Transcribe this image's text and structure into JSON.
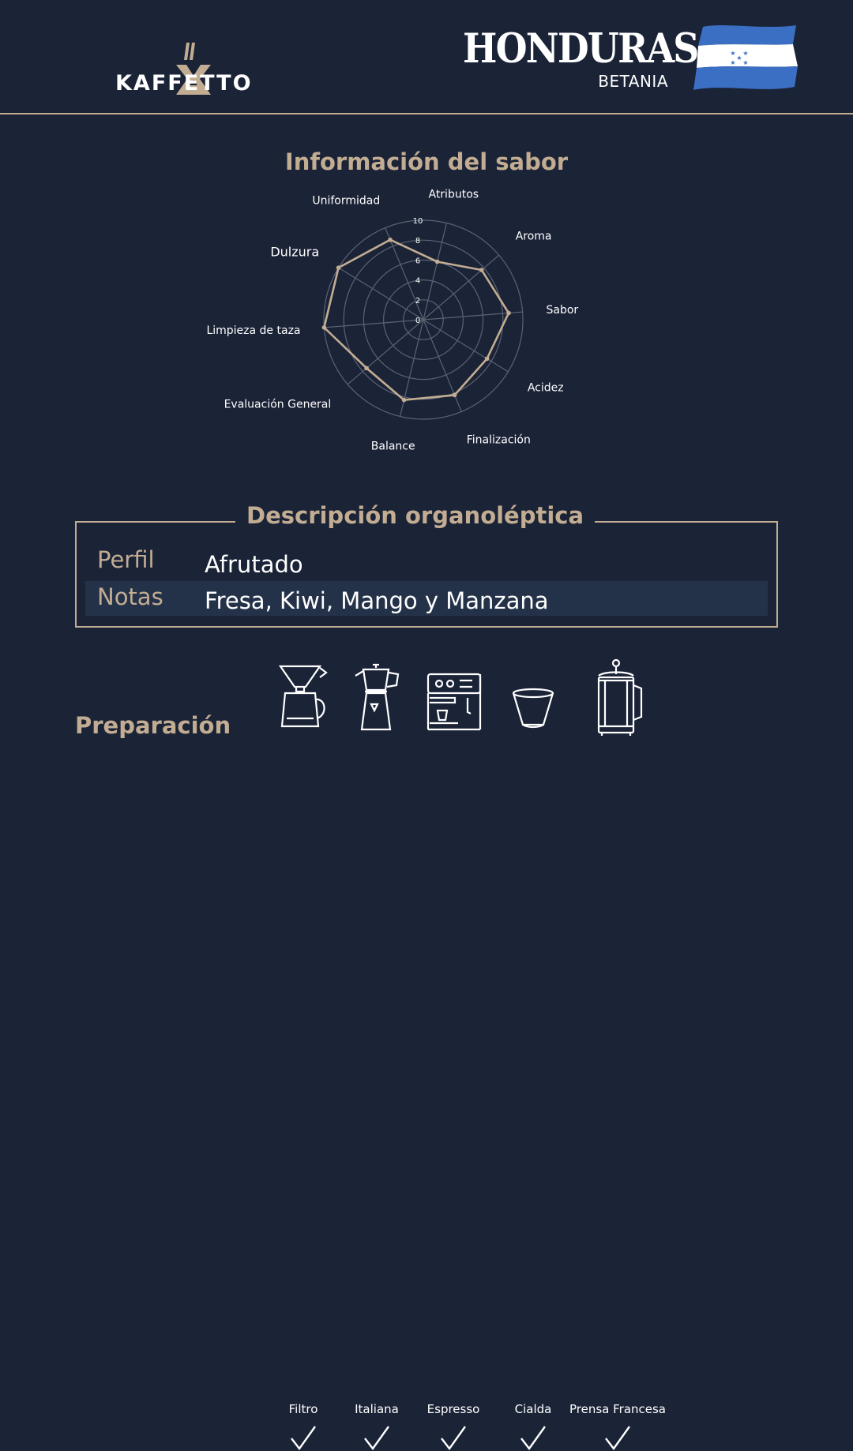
{
  "header": {
    "brand": "KAFFETTO",
    "country": "HONDURAS",
    "region": "BETANIA",
    "flag_icon": "honduras-flag-icon"
  },
  "colors": {
    "background": "#1b2337",
    "accent": "#c2ad93",
    "band": "#243249",
    "flag_blue": "#3a6fc4"
  },
  "flavor_section": {
    "title": "Información del sabor"
  },
  "chart_data": {
    "type": "radar",
    "title": "Información del sabor",
    "rlim": [
      0,
      10
    ],
    "r_ticks": [
      "0",
      "2",
      "4",
      "6",
      "8",
      "10"
    ],
    "categories": [
      "Atributos",
      "Aroma",
      "Sabor",
      "Acidez",
      "Finalización",
      "Balance",
      "Evaluación General",
      "Limpieza de taza",
      "Dulzura",
      "Uniformidad"
    ],
    "series": [
      {
        "values": [
          6,
          7.7,
          8.6,
          7.5,
          8.2,
          8.3,
          7.5,
          10,
          10,
          8.7
        ]
      }
    ]
  },
  "organoleptic": {
    "title": "Descripción organoléptica",
    "perfil_label": "Perfil",
    "perfil_value": "Afrutado",
    "notas_label": "Notas",
    "notas_value": "Fresa, Kiwi, Mango y Manzana"
  },
  "preparation": {
    "title": "Preparación",
    "methods": [
      {
        "label": "Filtro",
        "icon": "pour-over-filter-icon",
        "checked": true
      },
      {
        "label": "Italiana",
        "icon": "moka-pot-icon",
        "checked": true
      },
      {
        "label": "Espresso",
        "icon": "espresso-machine-icon",
        "checked": true
      },
      {
        "label": "Cialda",
        "icon": "coffee-capsule-icon",
        "checked": true
      },
      {
        "label": "Prensa Francesa",
        "icon": "french-press-icon",
        "checked": true
      }
    ]
  }
}
